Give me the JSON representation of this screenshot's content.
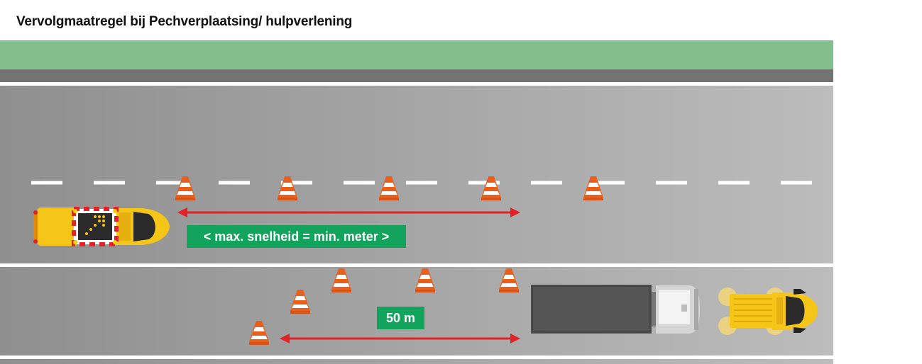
{
  "title": "Vervolgmaatregel bij Pechverplaatsing/ hulpverlening",
  "labels": {
    "speed_rule": "< max. snelheid = min. meter >",
    "distance": "50 m"
  },
  "colors": {
    "verge": "#82bf8c",
    "shoulder": "#737373",
    "road_dark": "#8f8f8f",
    "road_light": "#bcbcbc",
    "marking": "#ffffff",
    "arrow": "#e32227",
    "label_bg": "#12a35c",
    "cone": "#e8601c",
    "vehicle_yellow": "#f5c518",
    "truck_body": "#555555"
  },
  "icons": {
    "arrow_board": "arrow-up-right-icon",
    "cone": "traffic-cone-icon",
    "arrow": "double-headed-arrow-icon"
  }
}
